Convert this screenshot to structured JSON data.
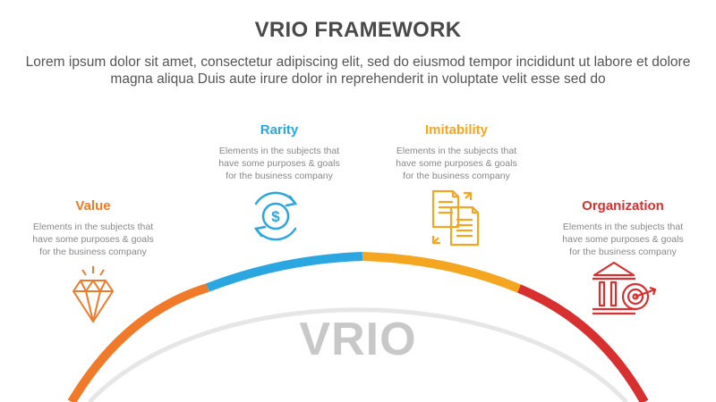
{
  "title": "VRIO FRAMEWORK",
  "subtitle": "Lorem ipsum dolor sit amet, consectetur adipiscing elit, sed do eiusmod tempor incididunt ut labore et dolore magna aliqua Duis aute irure dolor in reprehenderit in voluptate velit esse sed do",
  "center_label": "VRIO",
  "items": [
    {
      "label": "Value",
      "description": "Elements in the subjects that\nhave  some purposes & goals\nfor the  business company",
      "color": "#f07a2a",
      "icon": "diamond-icon"
    },
    {
      "label": "Rarity",
      "description": "Elements in the subjects that\nhave  some purposes & goals\nfor the business company",
      "color": "#2aa7e0",
      "icon": "dollar-cycle-icon"
    },
    {
      "label": "Imitability",
      "description": "Elements in the subjects that\nhave  some purposes & goals\nfor the  business company",
      "color": "#f4a620",
      "icon": "copy-documents-icon"
    },
    {
      "label": "Organization",
      "description": "Elements in the subjects that\nhave  some purposes & goals\nfor the  business company",
      "color": "#d82f2f",
      "icon": "bank-target-icon"
    }
  ]
}
